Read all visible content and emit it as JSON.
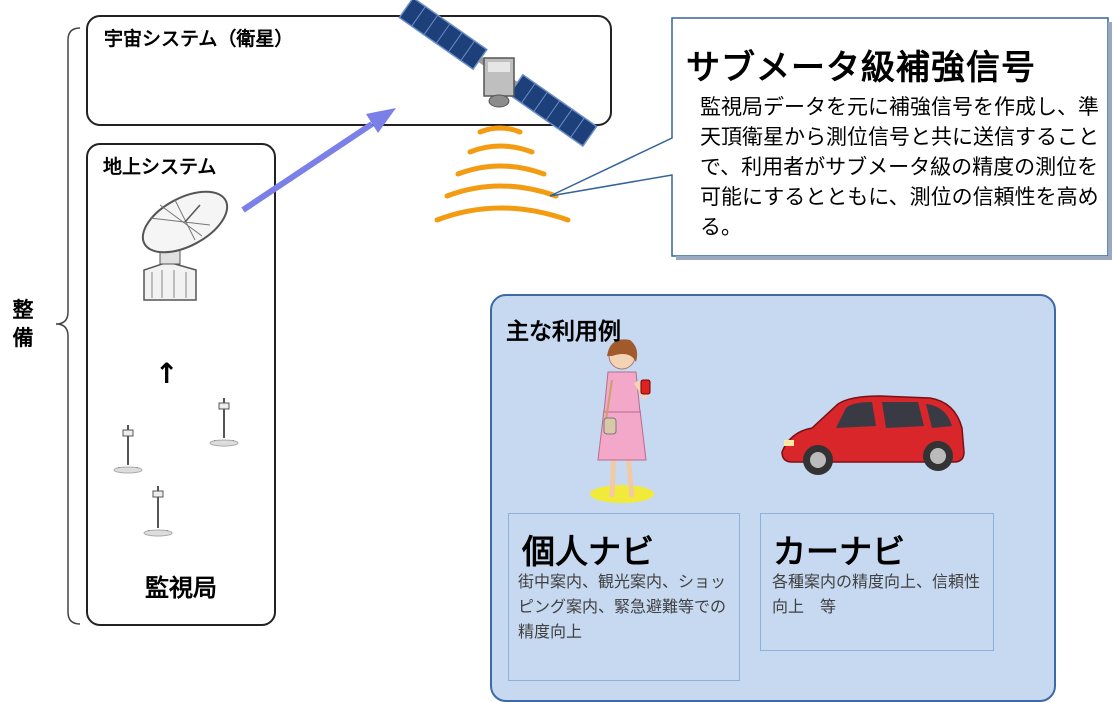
{
  "side_label": "整備",
  "space_system": {
    "title": "宇宙システム（衛星）"
  },
  "ground_system": {
    "title": "地上システム",
    "station_label": "監視局"
  },
  "callout": {
    "title": "サブメータ級補強信号",
    "text": "監視局データを元に補強信号を作成し、準天頂衛星から測位信号と共に送信することで、利用者がサブメータ級の精度の測位を可能にするとともに、測位の信頼性を高める。"
  },
  "usage": {
    "title": "主な利用例",
    "personal": {
      "title": "個人ナビ",
      "description": "街中案内、観光案内、ショッピング案内、緊急避難等での精度向上"
    },
    "car": {
      "title": "カーナビ",
      "description": "各種案内の精度向上、信頼性向上　等"
    }
  },
  "colors": {
    "signal_waves": "#f39c12",
    "uplink_arrow": "#7b7fe8",
    "usage_panel": "#c6d9f1",
    "usage_border": "#3d6aa6",
    "car_body": "#d9262a",
    "woman_outfit": "#f3a8c9"
  },
  "icons": [
    "satellite-icon",
    "antenna-dish-icon",
    "monitor-tower-icon",
    "woman-with-phone-icon",
    "car-icon",
    "up-arrow-icon"
  ]
}
